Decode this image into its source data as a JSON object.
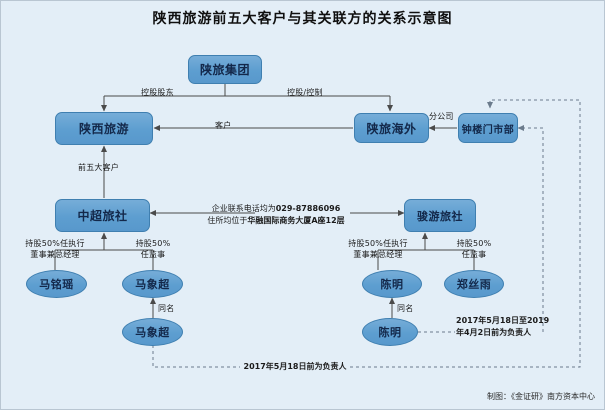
{
  "title": "陕西旅游前五大客户与其关联方的关系示意图",
  "footer": "制图：《金证研》南方资本中心",
  "colors": {
    "background": "#e3eef7",
    "node_fill": "#5d9ed0",
    "node_border": "#3f7fb0",
    "node_text": "#13284a",
    "line": "#555555",
    "dashed_line": "#6b7b8c"
  },
  "nodes": {
    "shanlv_jituan": "陕旅集团",
    "shaanxi_lvyou": "陕西旅游",
    "shanlv_haiwai": "陕旅海外",
    "zhonglou_menshibu": "钟楼门市部",
    "zhongchao_lvshe": "中超旅社",
    "junyou_lvshe": "骏游旅社",
    "ma_mingyao": "马铭瑶",
    "ma_xiangchao_1": "马象超",
    "ma_xiangchao_2": "马象超",
    "chen_ming_1": "陈明",
    "chen_ming_2": "陈明",
    "zheng_siyu": "郑丝雨"
  },
  "edge_labels": {
    "konggu_gudong": "控股股东",
    "konggu_kongzhi": "控股/控制",
    "kehu": "客户",
    "qian_wu_da_kehu": "前五大客户",
    "fen_gongsi": "分公司",
    "tongming_left": "同名",
    "tongming_right": "同名",
    "zc_left_l1": "持股50%任执行",
    "zc_left_l2": "董事兼总经理",
    "zc_right_l1": "持股50%",
    "zc_right_l2": "任监事",
    "jy_left_l1": "持股50%任执行",
    "jy_left_l2": "董事兼总经理",
    "jy_right_l1": "持股50%",
    "jy_right_l2": "任监事"
  },
  "notes": {
    "contact_line1_prefix": "企业联系电话均为",
    "contact_line1_value": "029-87886096",
    "contact_line2_prefix": "住所均位于",
    "contact_line2_value": "华融国际商务大厦A座12层",
    "bottom_date": "2017年5月18日前为负责人",
    "right_date_line1": "2017年5月18日至2019",
    "right_date_line2": "年4月2日前为负责人"
  }
}
